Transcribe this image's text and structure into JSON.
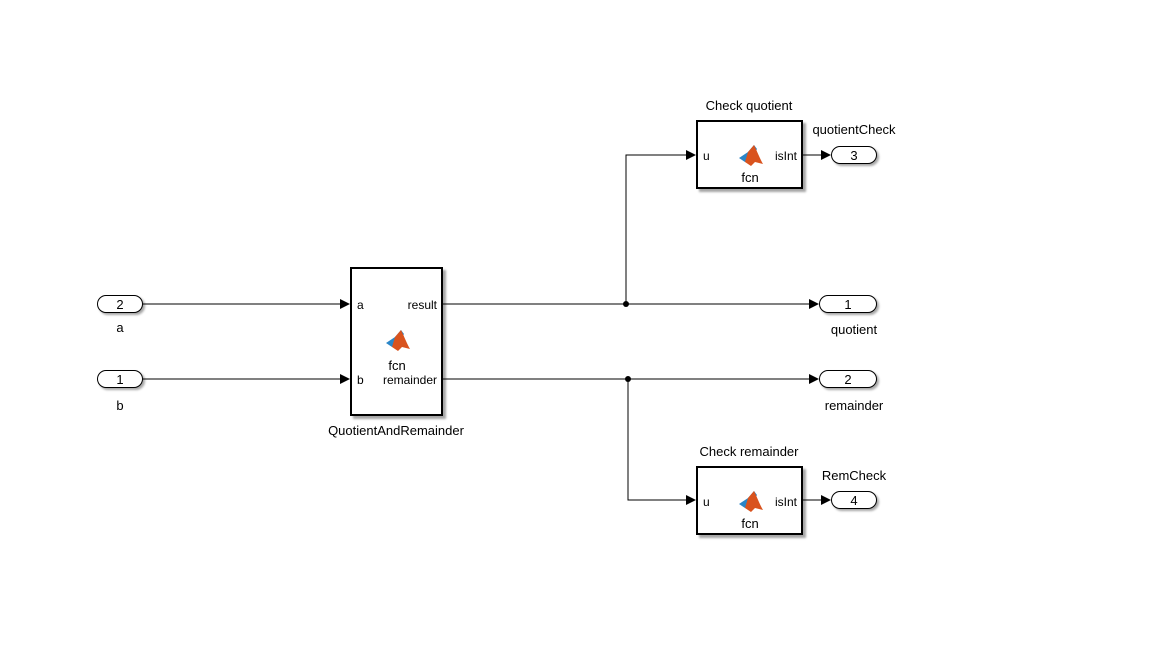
{
  "diagram": {
    "type": "simulink-model",
    "inports": [
      {
        "number": "2",
        "name": "a"
      },
      {
        "number": "1",
        "name": "b"
      }
    ],
    "outports": [
      {
        "number": "1",
        "name": "quotient"
      },
      {
        "number": "2",
        "name": "remainder"
      },
      {
        "number": "3",
        "name": "quotientCheck"
      },
      {
        "number": "4",
        "name": "RemCheck"
      }
    ],
    "blocks": {
      "main": {
        "name": "QuotientAndRemainder",
        "function": "fcn",
        "inputs": [
          "a",
          "b"
        ],
        "outputs": [
          "result",
          "remainder"
        ],
        "icon": "matlab-function-icon"
      },
      "check_quotient": {
        "name": "Check quotient",
        "function": "fcn",
        "input": "u",
        "output": "isInt",
        "icon": "matlab-function-icon"
      },
      "check_remainder": {
        "name": "Check remainder",
        "function": "fcn",
        "input": "u",
        "output": "isInt",
        "icon": "matlab-function-icon"
      }
    },
    "connections": [
      {
        "from": "Inport a",
        "to": "QuotientAndRemainder.a"
      },
      {
        "from": "Inport b",
        "to": "QuotientAndRemainder.b"
      },
      {
        "from": "QuotientAndRemainder.result",
        "to": "Outport quotient"
      },
      {
        "from": "QuotientAndRemainder.result",
        "to": "Check quotient.u"
      },
      {
        "from": "QuotientAndRemainder.remainder",
        "to": "Outport remainder"
      },
      {
        "from": "QuotientAndRemainder.remainder",
        "to": "Check remainder.u"
      },
      {
        "from": "Check quotient.isInt",
        "to": "Outport quotientCheck"
      },
      {
        "from": "Check remainder.isInt",
        "to": "Outport RemCheck"
      }
    ],
    "colors": {
      "line": "#000000",
      "icon_orange": "#d9531e",
      "icon_blue": "#2a86c8"
    }
  }
}
